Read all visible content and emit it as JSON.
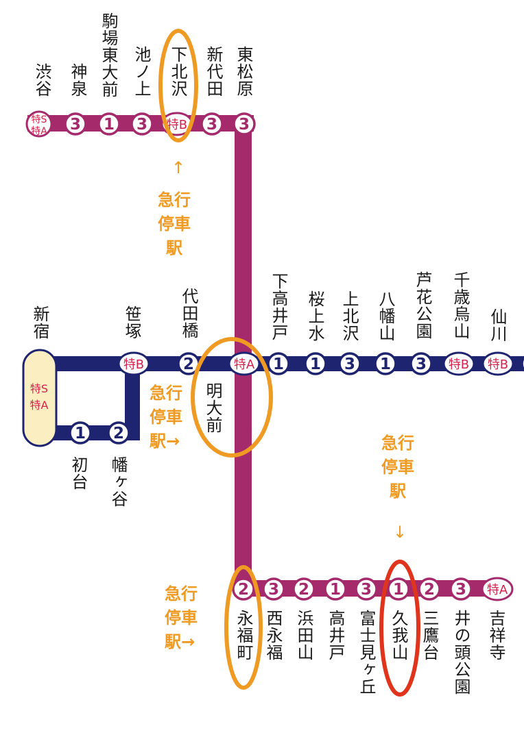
{
  "colors": {
    "keio_line": "#1e2470",
    "inokashira_line": "#a52a6b",
    "special_marker": "#d6214c",
    "express_note": "#ef9a23",
    "highlight_orange": "#ef9a23",
    "highlight_red": "#e0341c",
    "shinjuku_box": "#fbefc2"
  },
  "stations": {
    "shibuya": "渋谷",
    "shinsen": "神泉",
    "komaba_todaimae": "駒場東大前",
    "ikenoue": "池ノ上",
    "shimokitazawa": "下北沢",
    "shindaita": "新代田",
    "higashi_matsubara": "東松原",
    "shinjuku": "新宿",
    "sasazuka": "笹塚",
    "daitabashi": "代田橋",
    "meidaimae": "明大前",
    "shimotakaido": "下高井戸",
    "sakurajosui": "桜上水",
    "kamikitazawa": "上北沢",
    "hachimanyama": "八幡山",
    "roka_koen": "芦花公園",
    "chitose_karasuyama": "千歳烏山",
    "sengawa": "仙川",
    "hatsudai": "初台",
    "hatagaya": "幡ヶ谷",
    "eifukucho": "永福町",
    "nishi_eifuku": "西永福",
    "hamadayama": "浜田山",
    "takaido": "高井戸",
    "fujimigaoka": "富士見ヶ丘",
    "kugayama": "久我山",
    "mitakadai": "三鷹台",
    "inokashira_koen": "井の頭公園",
    "kichijoji": "吉祥寺"
  },
  "markers": {
    "tokkyu_s": "特S",
    "tokkyu_a": "特A",
    "tokkyu_b": "特B",
    "one": "1",
    "two": "2",
    "three": "3"
  },
  "notes": {
    "shimokitazawa_arrow": "↑",
    "shimokitazawa": "急行\n停車\n駅",
    "meidaimae": "急行\n停車\n駅→",
    "kugayama": "急行\n停車\n駅",
    "kugayama_arrow": "↓",
    "eifukucho": "急行\n停車\n駅→"
  }
}
